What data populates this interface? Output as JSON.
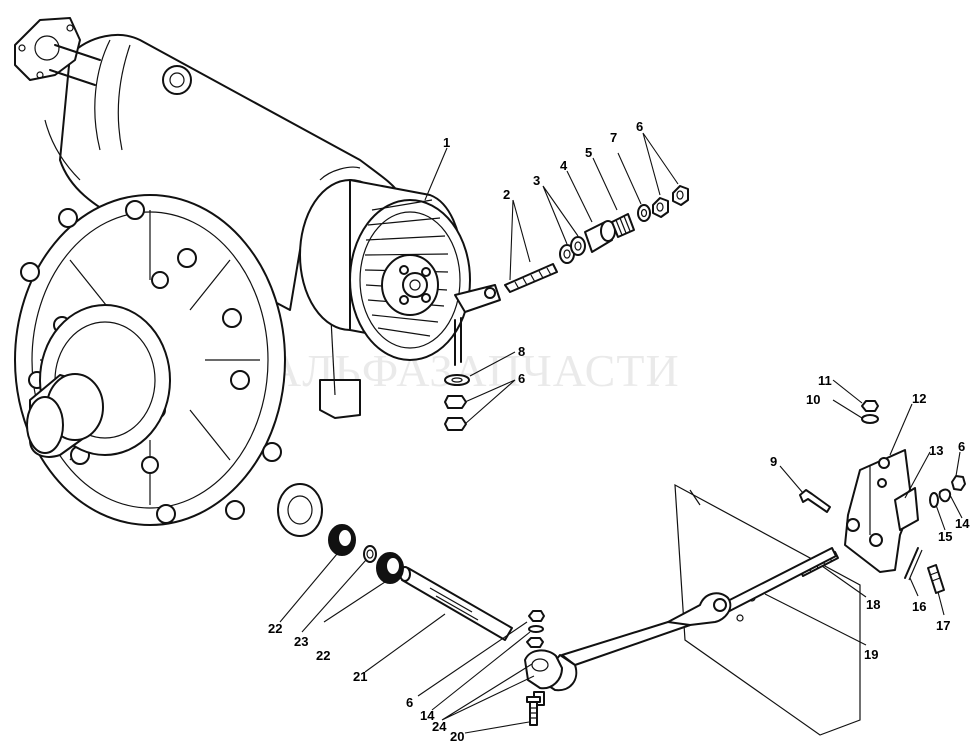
{
  "watermark": "АЛЬФАЗАПЧАСТИ",
  "callouts": {
    "c1": "1",
    "c2": "2",
    "c3": "3",
    "c4": "4",
    "c5": "5",
    "c6a": "6",
    "c7": "7",
    "c8": "8",
    "c6b": "6",
    "c11": "11",
    "c10": "10",
    "c12": "12",
    "c6c": "6",
    "c9": "9",
    "c13": "13",
    "c14a": "14",
    "c15": "15",
    "c16": "16",
    "c17": "17",
    "c18": "18",
    "c19": "19",
    "c22a": "22",
    "c23": "23",
    "c22b": "22",
    "c21": "21",
    "c6d": "6",
    "c14b": "14",
    "c24": "24",
    "c20": "20"
  }
}
